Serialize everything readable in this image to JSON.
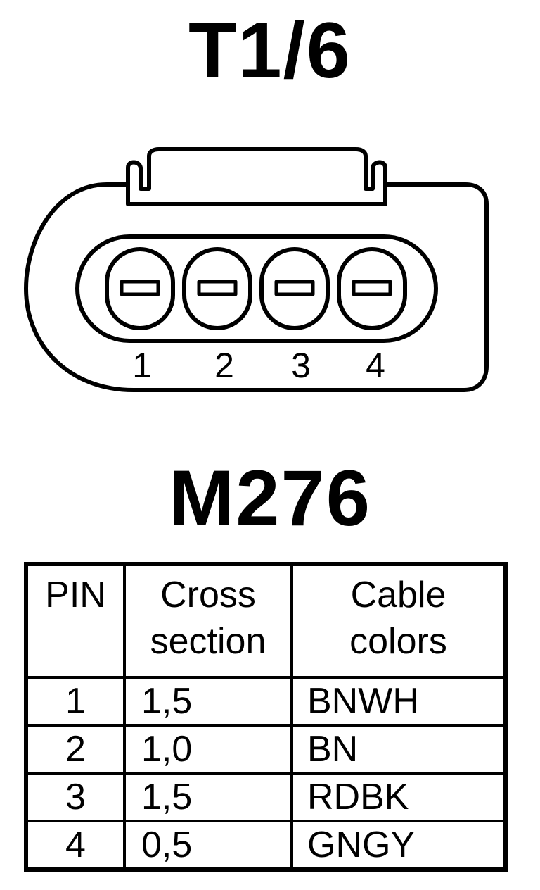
{
  "connector": {
    "title": "T1/6",
    "pin_numbers": [
      "1",
      "2",
      "3",
      "4"
    ]
  },
  "component": {
    "title": "M276"
  },
  "table": {
    "headers": {
      "pin": "PIN",
      "cross_line1": "Cross",
      "cross_line2": "section",
      "colors_line1": "Cable",
      "colors_line2": "colors"
    },
    "rows": [
      {
        "pin": "1",
        "cross_section": "1,5",
        "color": "BNWH"
      },
      {
        "pin": "2",
        "cross_section": "1,0",
        "color": "BN"
      },
      {
        "pin": "3",
        "cross_section": "1,5",
        "color": "RDBK"
      },
      {
        "pin": "4",
        "cross_section": "0,5",
        "color": "GNGY"
      }
    ]
  }
}
